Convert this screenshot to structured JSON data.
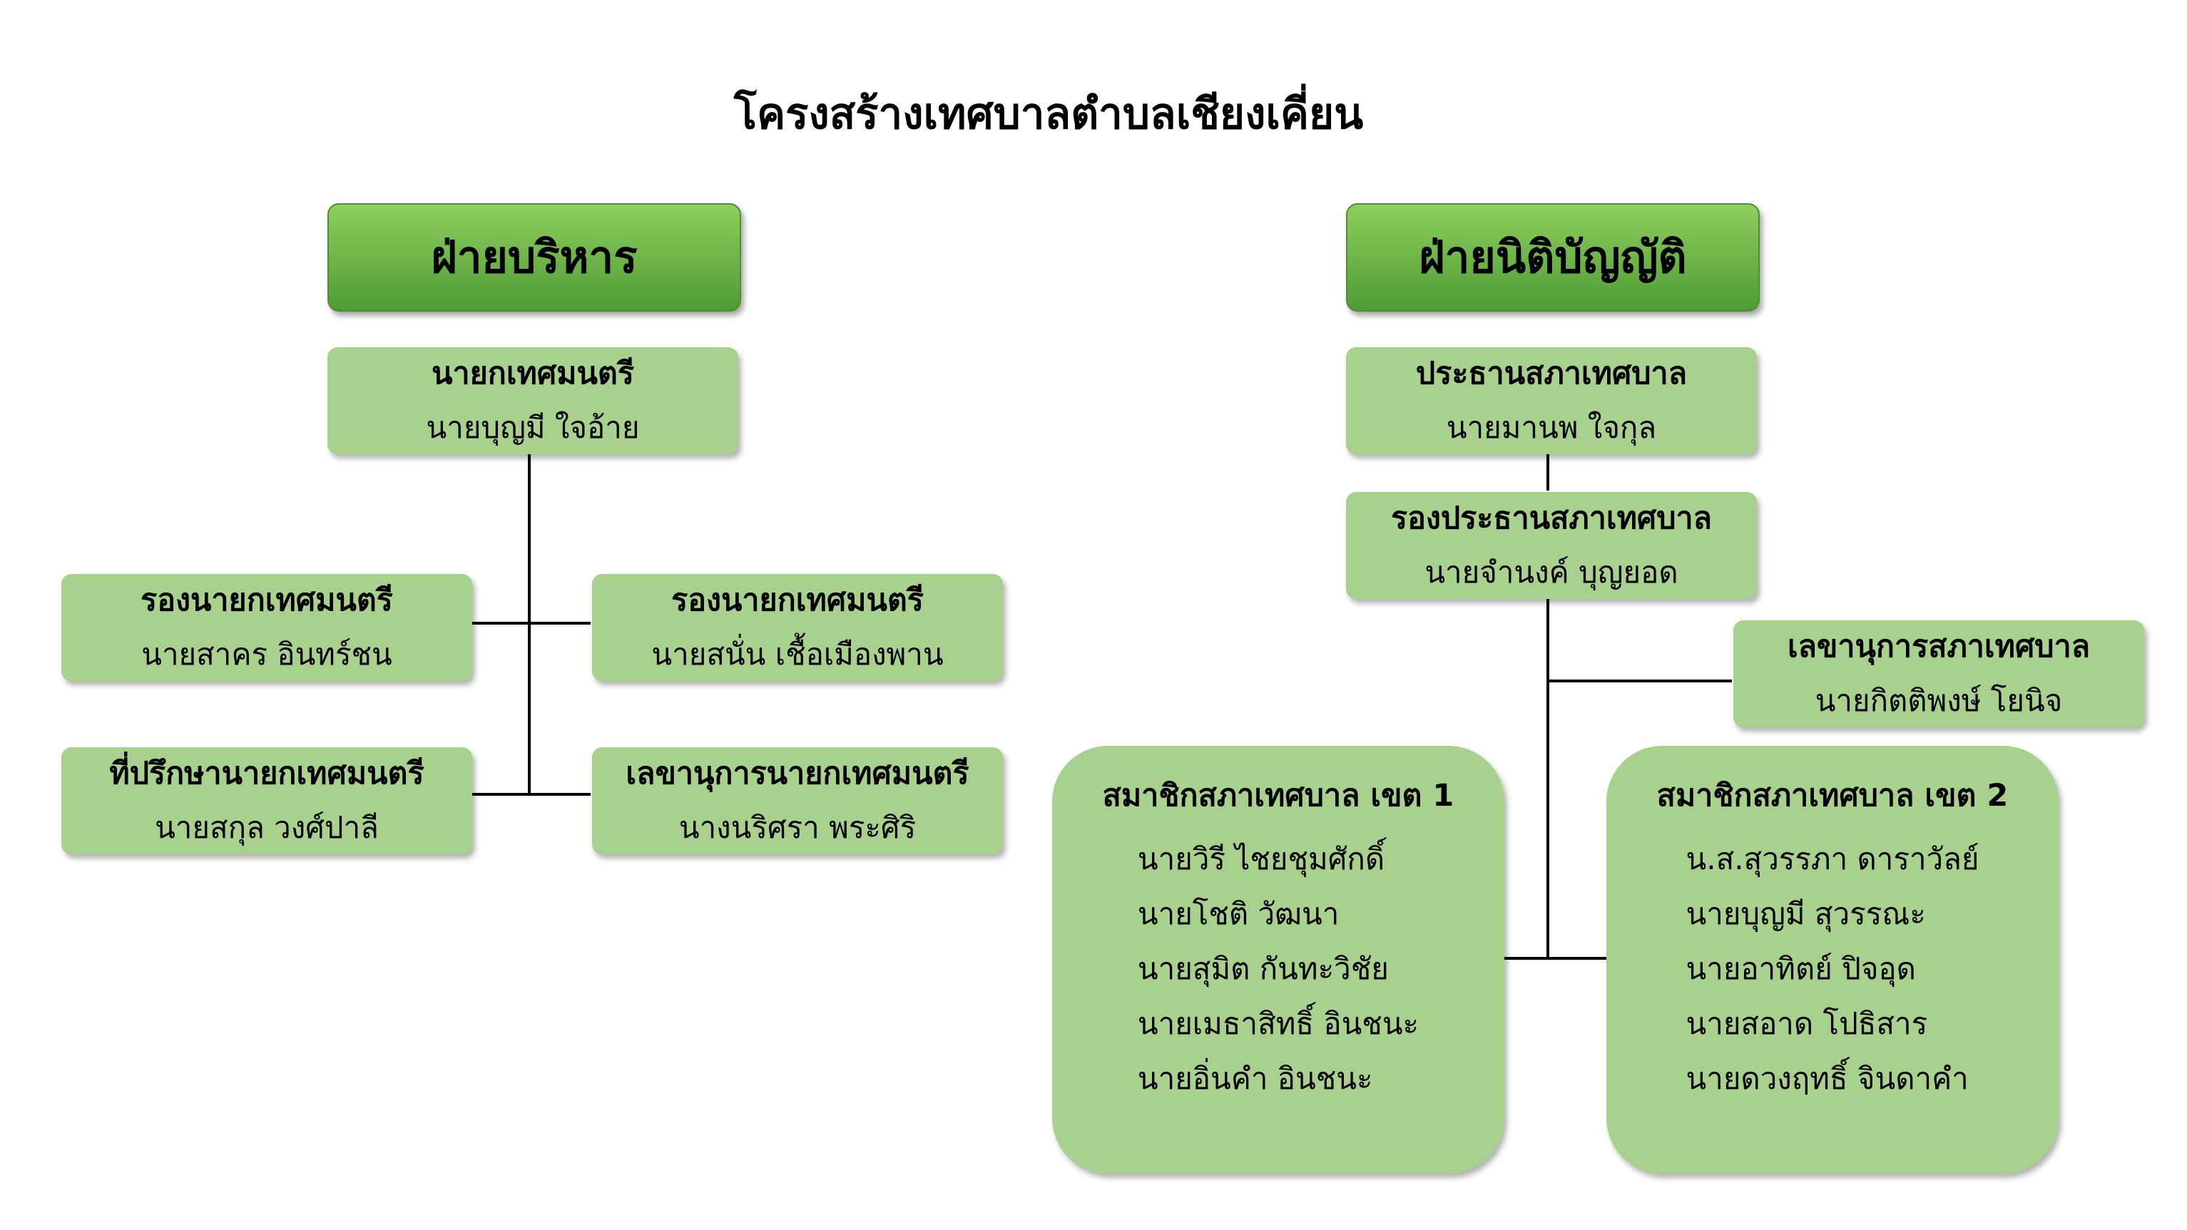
{
  "title": "โครงสร้างเทศบาลตำบลเชียงเคี่ยน",
  "executive": {
    "header": "ฝ่ายบริหาร",
    "mayor": {
      "role": "นายกเทศมนตรี",
      "name": "นายบุญมี  ใจอ้าย"
    },
    "deputy_1": {
      "role": "รองนายกเทศมนตรี",
      "name": "นายสาคร  อินทร์ชน"
    },
    "deputy_2": {
      "role": "รองนายกเทศมนตรี",
      "name": "นายสนั่น  เชื้อเมืองพาน"
    },
    "advisor": {
      "role": "ที่ปรึกษานายกเทศมนตรี",
      "name": "นายสกุล  วงศ์ปาลี"
    },
    "secretary": {
      "role": "เลขานุการนายกเทศมนตรี",
      "name": "นางนริศรา  พระศิริ"
    }
  },
  "legislative": {
    "header": "ฝ่ายนิติบัญญัติ",
    "president": {
      "role": "ประธานสภาเทศบาล",
      "name": "นายมานพ  ใจกุล"
    },
    "vice_president": {
      "role": "รองประธานสภาเทศบาล",
      "name": "นายจำนงค์  บุญยอด"
    },
    "secretary": {
      "role": "เลขานุการสภาเทศบาล",
      "name": "นายกิตติพงษ์  โยนิจ"
    },
    "district_1": {
      "role": "สมาชิกสภาเทศบาล เขต 1",
      "members": [
        "นายวิรี ไชยชุมศักดิ์",
        "นายโชติ วัฒนา",
        "นายสุมิต กันทะวิชัย",
        "นายเมธาสิทธิ์ อินชนะ",
        "นายอิ่นคำ อินชนะ"
      ]
    },
    "district_2": {
      "role": "สมาชิกสภาเทศบาล เขต 2",
      "members": [
        "น.ส.สุวรรภา ดาราวัลย์",
        "นายบุญมี สุวรรณะ",
        "นายอาทิตย์ ปิจอุด",
        "นายสอาด โปธิสาร",
        "นายดวงฤทธิ์ จินดาคำ"
      ]
    }
  }
}
